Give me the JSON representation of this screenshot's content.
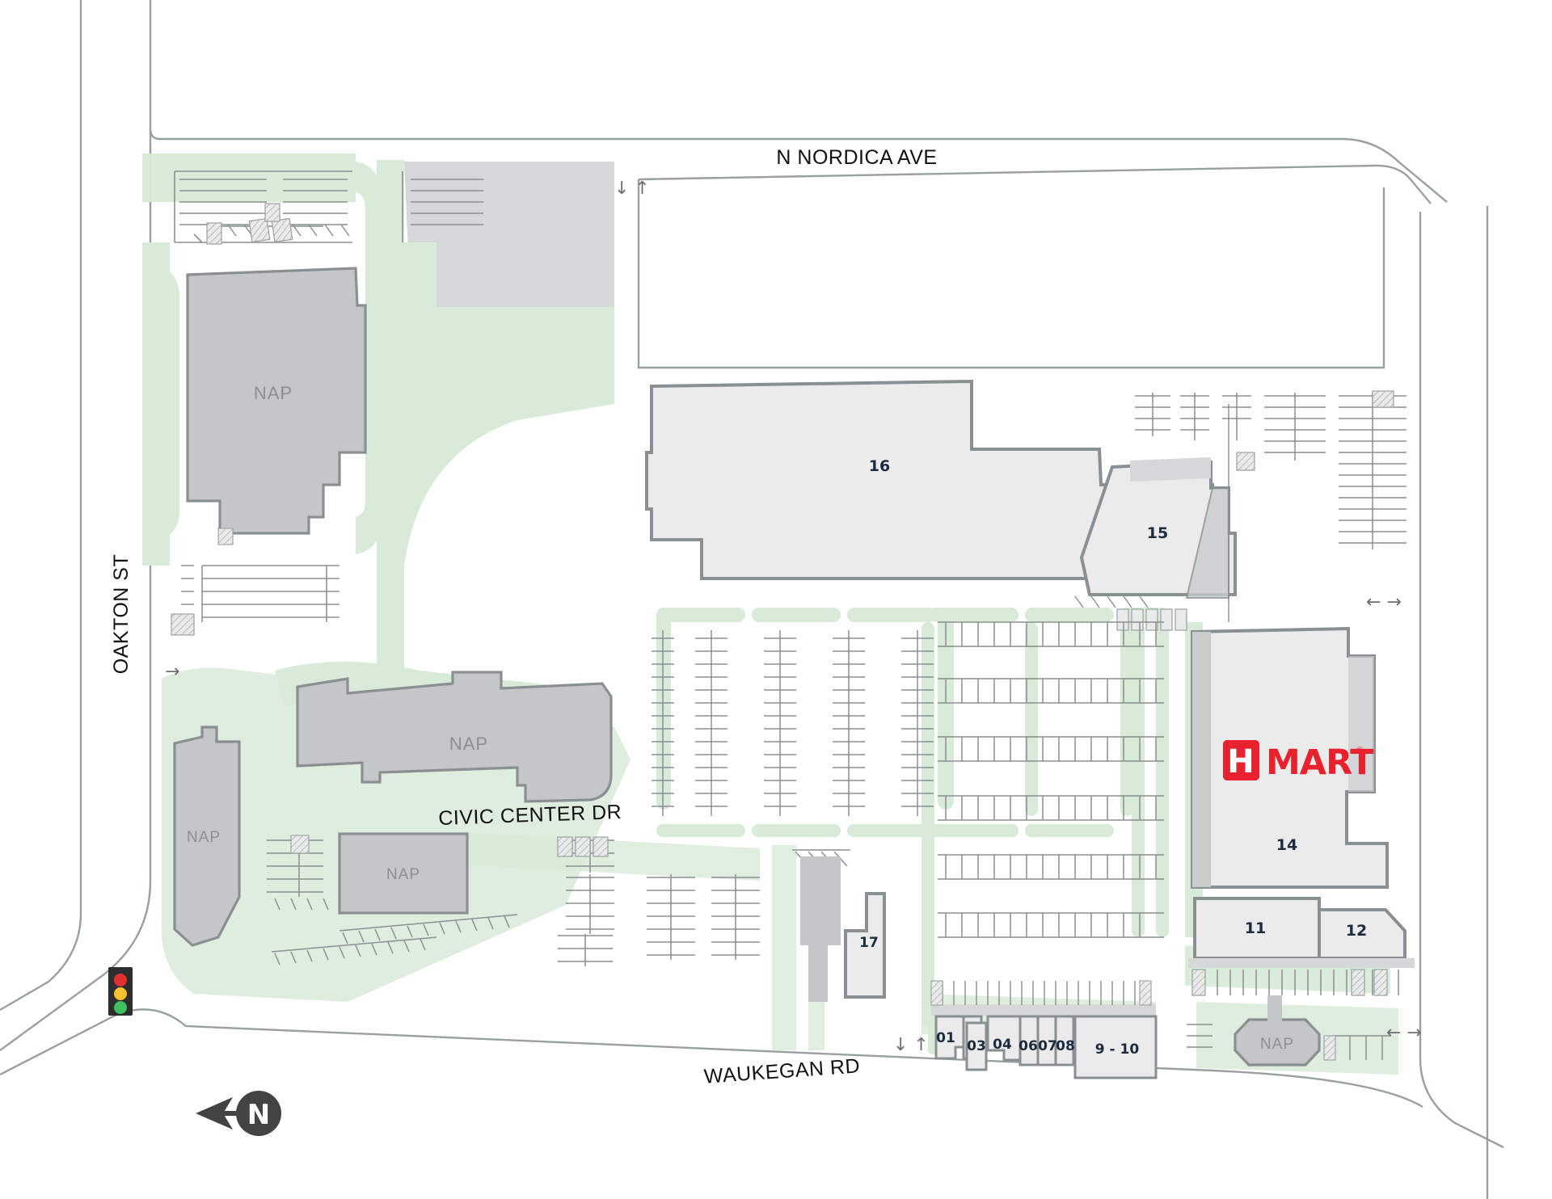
{
  "map": {
    "type": "shopping-center-site-plan",
    "colors": {
      "green_landscape": "#d8ead8",
      "building_fill": "#ebebeb",
      "building_stroke": "#8a8f91",
      "nap_fill": "#c4c6c7",
      "nap_stroke": "#8a8f91",
      "pavement": "#d5d7d8",
      "parking_line": "#8a8f91",
      "label_navy": "#1d2b3f",
      "nap_text": "#8c8f91",
      "hmart_red": "#e8212e",
      "compass_dark": "#434343",
      "road_outline": "#9aa0a2",
      "traffic_red": "#e03030",
      "traffic_yellow": "#f5c22b",
      "traffic_green": "#3fbf5f"
    },
    "streets": [
      {
        "name": "n-nordica-ave",
        "label": "N NORDICA AVE"
      },
      {
        "name": "oakton-st",
        "label": "OAKTON ST"
      },
      {
        "name": "civic-center-dr",
        "label": "CIVIC CENTER DR"
      },
      {
        "name": "waukegan-rd",
        "label": "WAUKEGAN RD"
      }
    ],
    "units": [
      {
        "name": "unit-16",
        "label": "16"
      },
      {
        "name": "unit-15",
        "label": "15"
      },
      {
        "name": "unit-14",
        "label": "14"
      },
      {
        "name": "unit-11",
        "label": "11"
      },
      {
        "name": "unit-12",
        "label": "12"
      },
      {
        "name": "unit-17",
        "label": "17"
      },
      {
        "name": "unit-01",
        "label": "01"
      },
      {
        "name": "unit-03",
        "label": "03"
      },
      {
        "name": "unit-04",
        "label": "04"
      },
      {
        "name": "unit-06",
        "label": "06"
      },
      {
        "name": "unit-07",
        "label": "07"
      },
      {
        "name": "unit-08",
        "label": "08"
      },
      {
        "name": "unit-09-10",
        "label": "9 - 10"
      }
    ],
    "nap_parcels": [
      {
        "name": "nap-northwest",
        "label": "NAP"
      },
      {
        "name": "nap-west-central",
        "label": "NAP"
      },
      {
        "name": "nap-west-edge",
        "label": "NAP"
      },
      {
        "name": "nap-southwest",
        "label": "NAP"
      },
      {
        "name": "nap-southeast",
        "label": "NAP"
      }
    ],
    "tenants": [
      {
        "name": "hmart",
        "brand": "MART",
        "mark": "H",
        "registered": "®",
        "unit": "14"
      }
    ],
    "compass": {
      "letter": "N",
      "direction": "left"
    },
    "traffic_signal": {
      "lights": [
        "red",
        "yellow",
        "green"
      ]
    },
    "traffic_arrows": [
      {
        "name": "arrows-nordica-entry",
        "glyphs": "↓ ↑"
      },
      {
        "name": "arrows-oakton-mid",
        "glyphs": "→"
      },
      {
        "name": "arrows-east-upper",
        "glyphs": "← →"
      },
      {
        "name": "arrows-waukegan-entry",
        "glyphs": "↓ ↑"
      },
      {
        "name": "arrows-east-lower",
        "glyphs": "← →"
      }
    ]
  }
}
